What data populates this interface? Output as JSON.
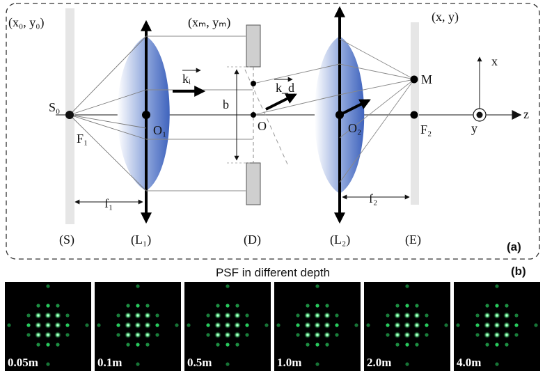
{
  "panel_a": {
    "tag": "(a)",
    "planes": {
      "source": "(S)",
      "lens1": "(L₁)",
      "diffuser": "(D)",
      "lens2": "(L₂)",
      "image": "(E)"
    },
    "coords": {
      "source": "(x₀, y₀)",
      "diffuser": "(xₘ, yₘ)",
      "image": "(x, y)"
    },
    "points": {
      "s0": "S₀",
      "o1": "O₁",
      "o": "O",
      "o2": "O₂",
      "f2": "F₂",
      "f1": "F₁",
      "m": "M"
    },
    "vectors": {
      "ki": "kᵢ",
      "kd": "k_d"
    },
    "dimensions": {
      "b": "b",
      "f1": "f₁",
      "f2": "f₂"
    },
    "axes": {
      "x": "x",
      "y": "y",
      "z": "z"
    }
  },
  "panel_b": {
    "tag": "(b)",
    "title": "PSF in different depth",
    "depths": [
      "0.05m",
      "0.1m",
      "0.5m",
      "1.0m",
      "2.0m",
      "4.0m"
    ]
  },
  "colors": {
    "lens_blue": "#4a6fc4",
    "psf_green": "#2ee86b",
    "psf_background": "#000000"
  }
}
